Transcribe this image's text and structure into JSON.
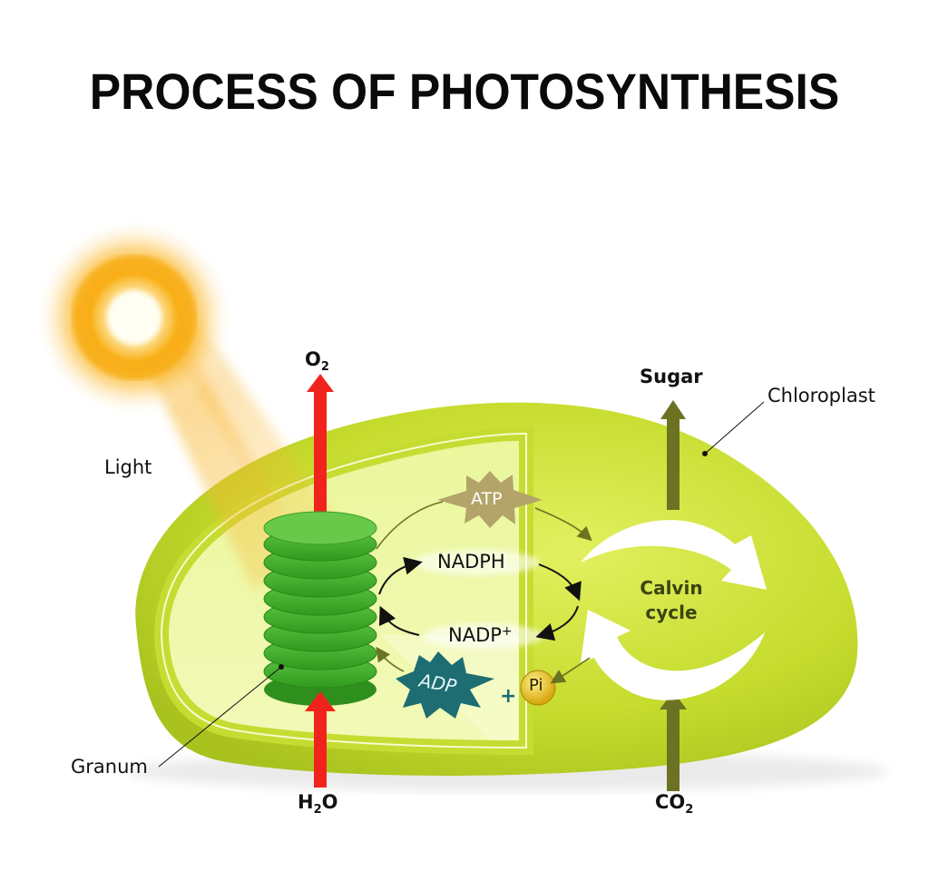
{
  "title": "PROCESS OF PHOTOSYNTHESIS",
  "labels": {
    "light": "Light",
    "o2_main": "O",
    "o2_sub": "2",
    "h2o_main": "H",
    "h2o_sub": "2",
    "h2o_tail": "O",
    "sugar": "Sugar",
    "chloroplast": "Chloroplast",
    "granum": "Granum",
    "co2_main": "CO",
    "co2_sub": "2",
    "calvin_line1": "Calvin",
    "calvin_line2": "cycle",
    "atp": "ATP",
    "nadph": "NADPH",
    "nadp": "NADP",
    "nadp_sup": "+",
    "adp": "ADP",
    "plus": "+",
    "pi": "Pi"
  },
  "colors": {
    "chloroplast": "#c8dc3c",
    "stroma_light": "#e8f59a",
    "granum": "#3fae2a",
    "red_arrow": "#f0241c",
    "olive_arrow": "#6b7322",
    "atp_star": "#b3a46a",
    "adp_star": "#1d6d73",
    "pi_ball": "#e8c21c",
    "sun": "#f7a90c"
  }
}
